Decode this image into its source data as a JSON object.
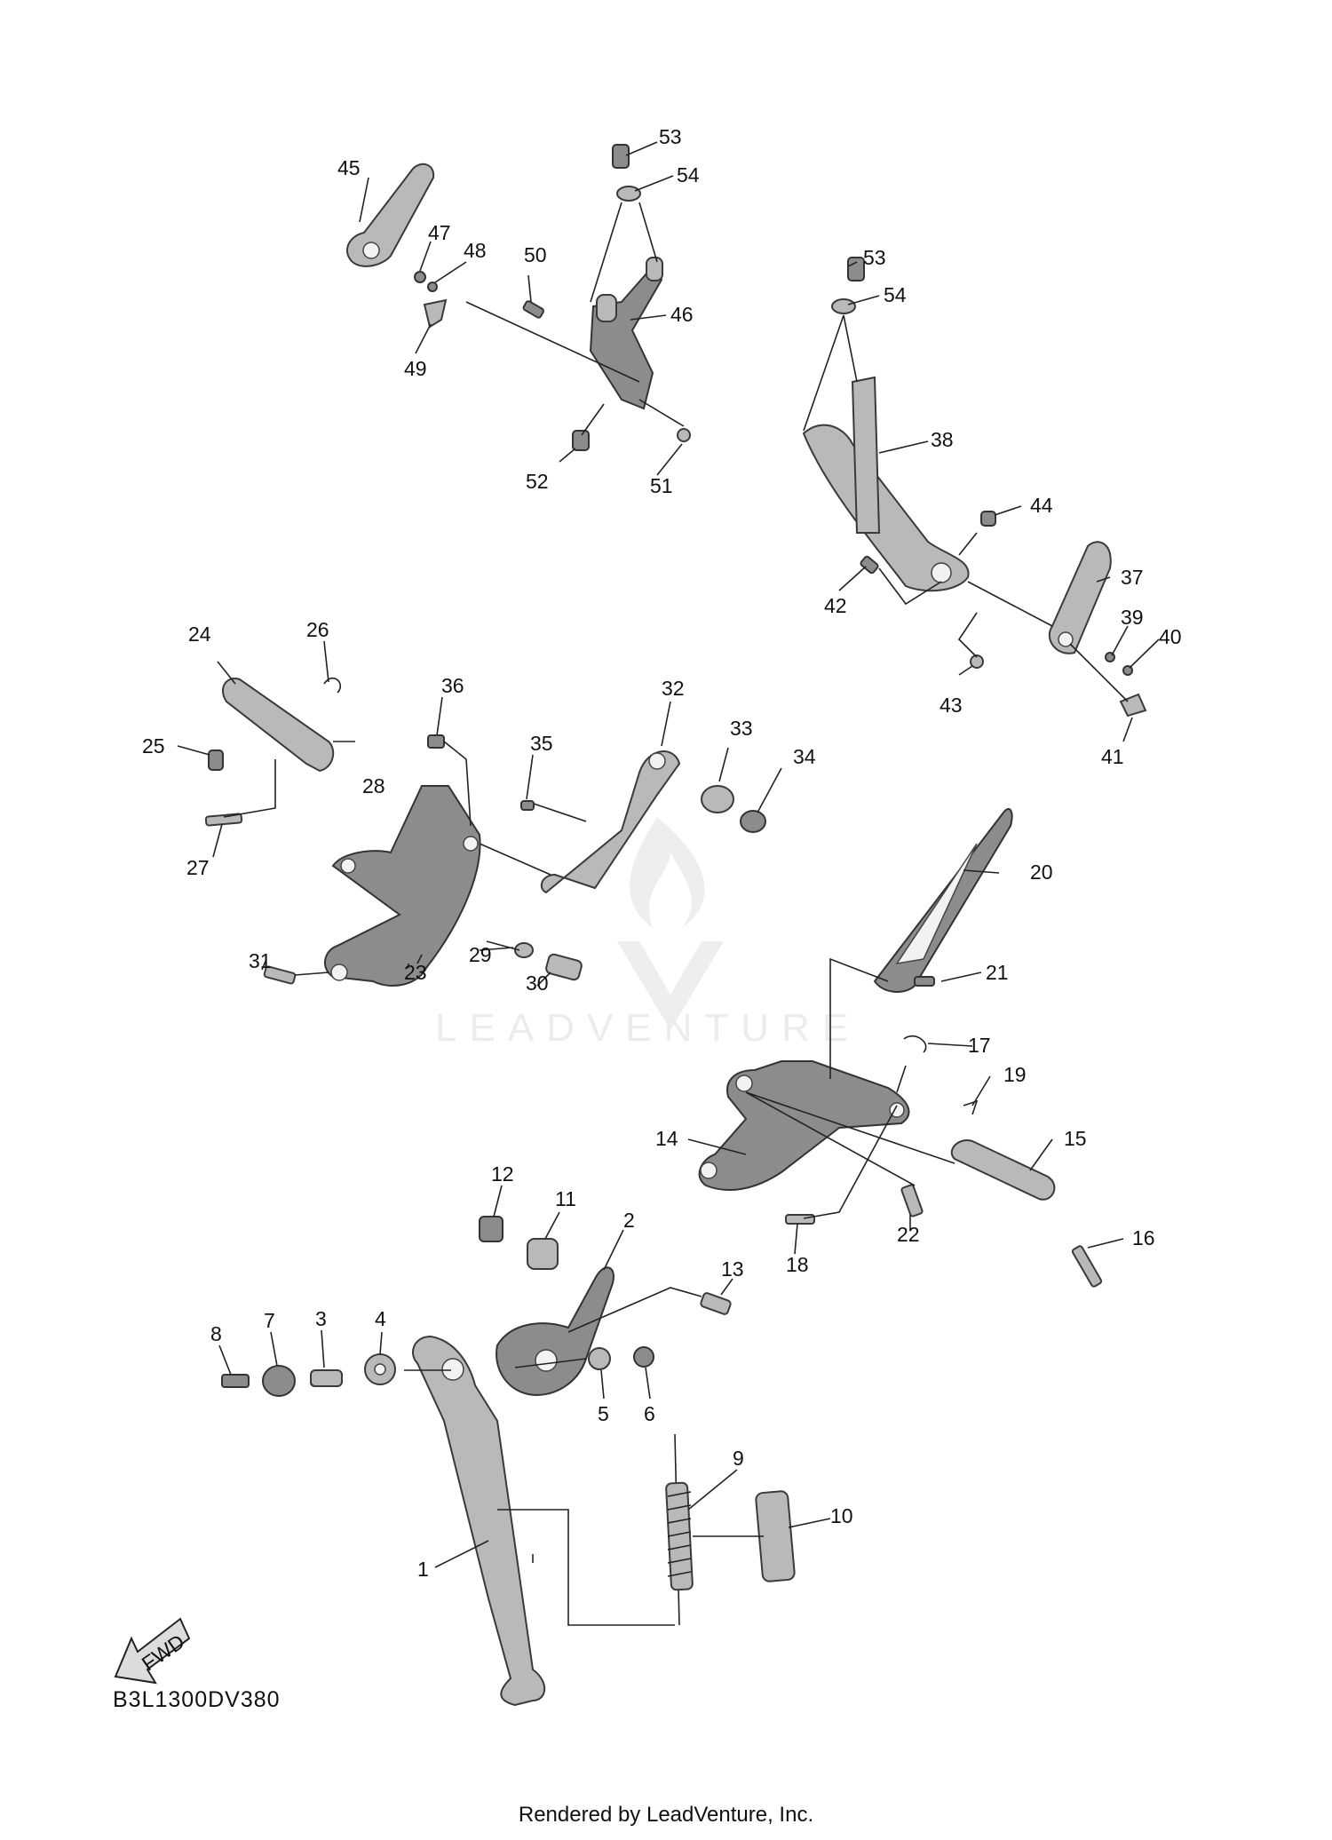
{
  "callouts": [
    "1",
    "2",
    "3",
    "4",
    "5",
    "6",
    "7",
    "8",
    "9",
    "10",
    "11",
    "12",
    "13",
    "14",
    "15",
    "16",
    "17",
    "18",
    "19",
    "20",
    "21",
    "22",
    "23",
    "24",
    "25",
    "26",
    "27",
    "28",
    "29",
    "30",
    "31",
    "32",
    "33",
    "34",
    "35",
    "36",
    "37",
    "38",
    "39",
    "40",
    "41",
    "42",
    "43",
    "44",
    "45",
    "46",
    "47",
    "48",
    "49",
    "50",
    "51",
    "52",
    "53",
    "54"
  ],
  "fwd_label": "FWD",
  "watermark": "LEADVENTURE",
  "diagram_code": "B3L1300DV380",
  "credit": "Rendered by LeadVenture, Inc."
}
